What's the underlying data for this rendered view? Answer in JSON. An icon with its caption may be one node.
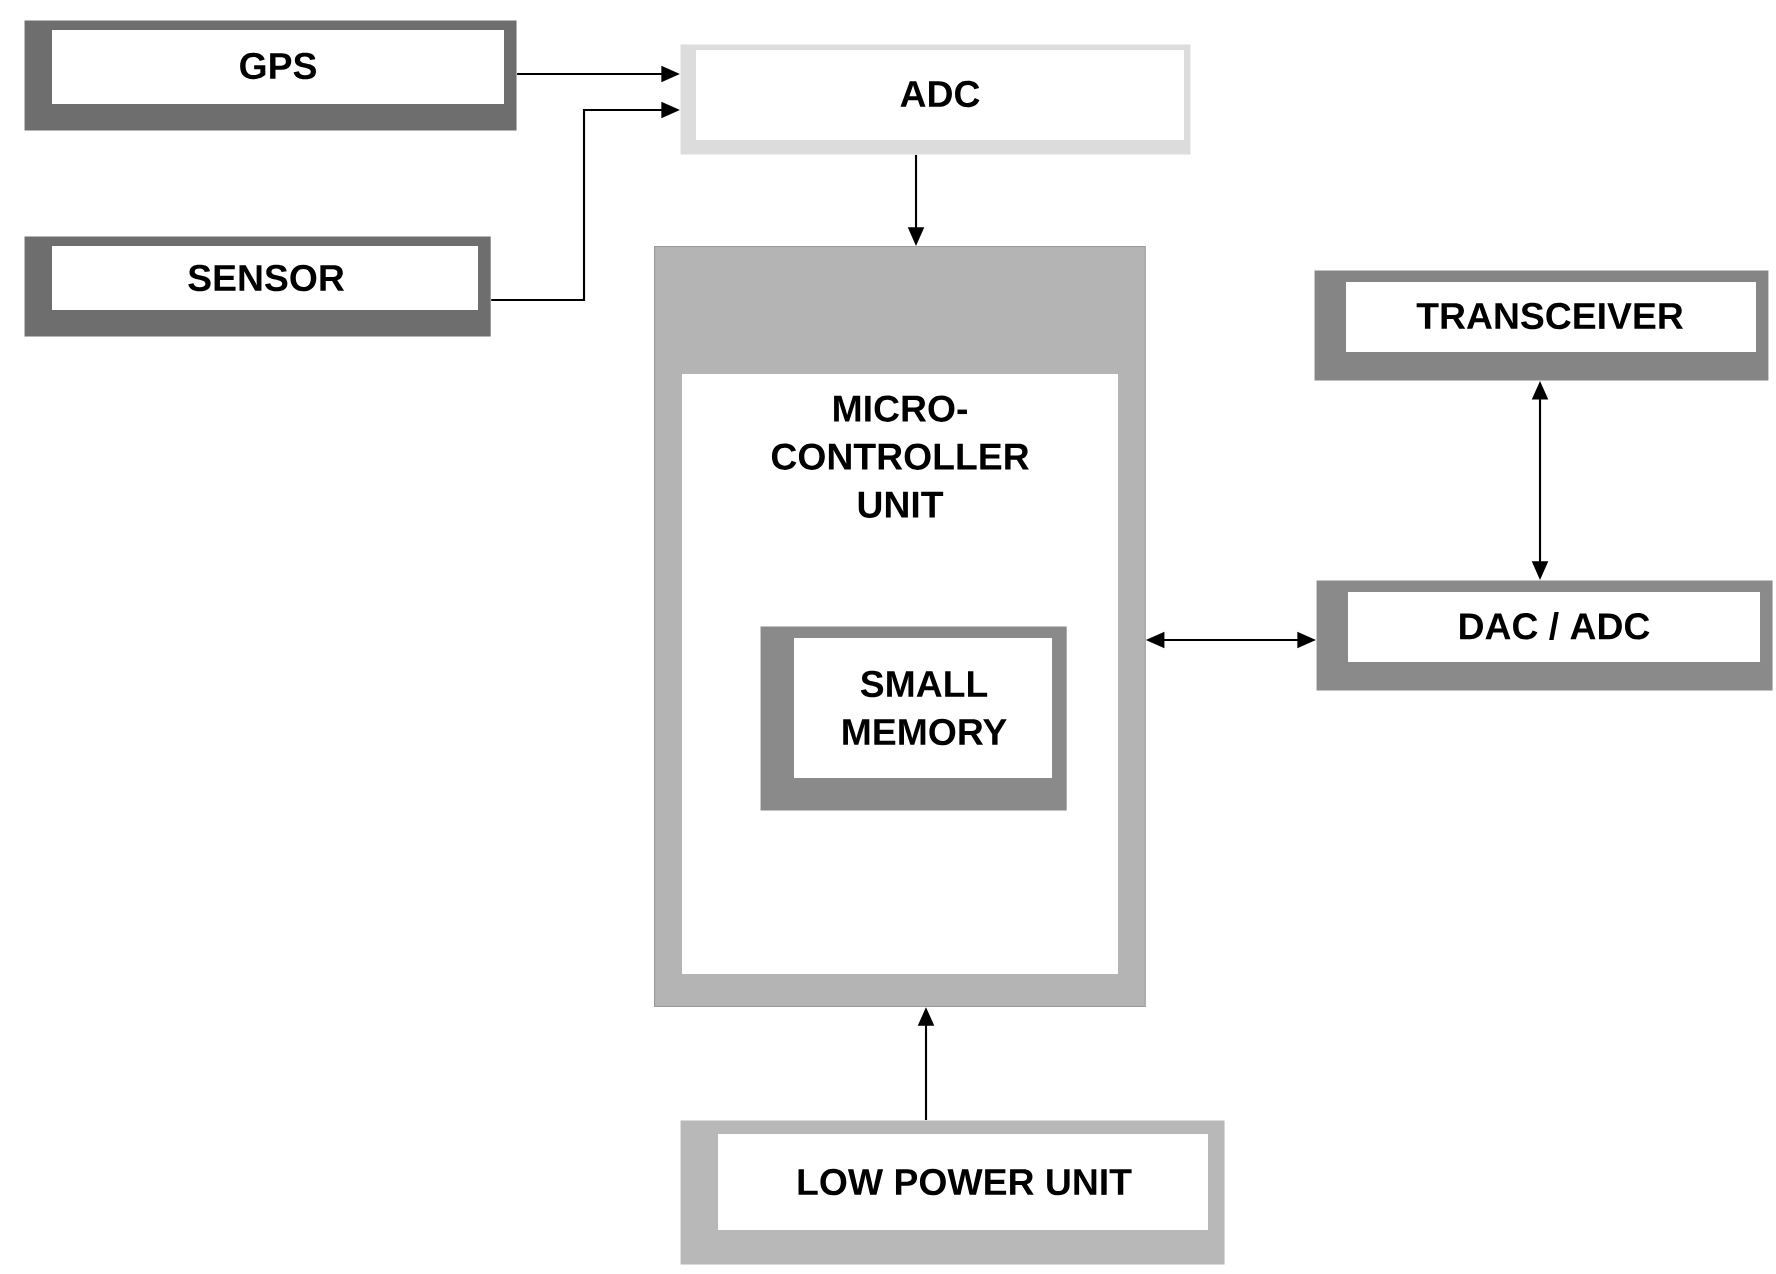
{
  "diagram": {
    "nodes": [
      {
        "text": [
          "GPS"
        ]
      },
      {
        "text": [
          "SENSOR"
        ]
      },
      {
        "text": [
          "ADC"
        ]
      },
      {
        "text": [
          "MICRO- CONTROLLER UNIT"
        ]
      },
      {
        "text": [
          "SMALL MEMORY"
        ],
        "in": 3
      },
      {
        "text": [
          "TRANSCEIVER"
        ]
      },
      {
        "text": [
          "DAC / ADC"
        ]
      },
      {
        "text": [
          "LOW POWER UNIT"
        ]
      }
    ],
    "edges": [
      {
        "from": 0,
        "to": 2,
        "arrow": "to"
      },
      {
        "from": 1,
        "to": 2,
        "arrow": "to"
      },
      {
        "from": 2,
        "to": 3,
        "arrow": "to"
      },
      {
        "from": 3,
        "to": 6,
        "arrow": "both"
      },
      {
        "from": 5,
        "to": 6,
        "arrow": "both"
      },
      {
        "from": 7,
        "to": 3,
        "arrow": "to"
      }
    ]
  }
}
